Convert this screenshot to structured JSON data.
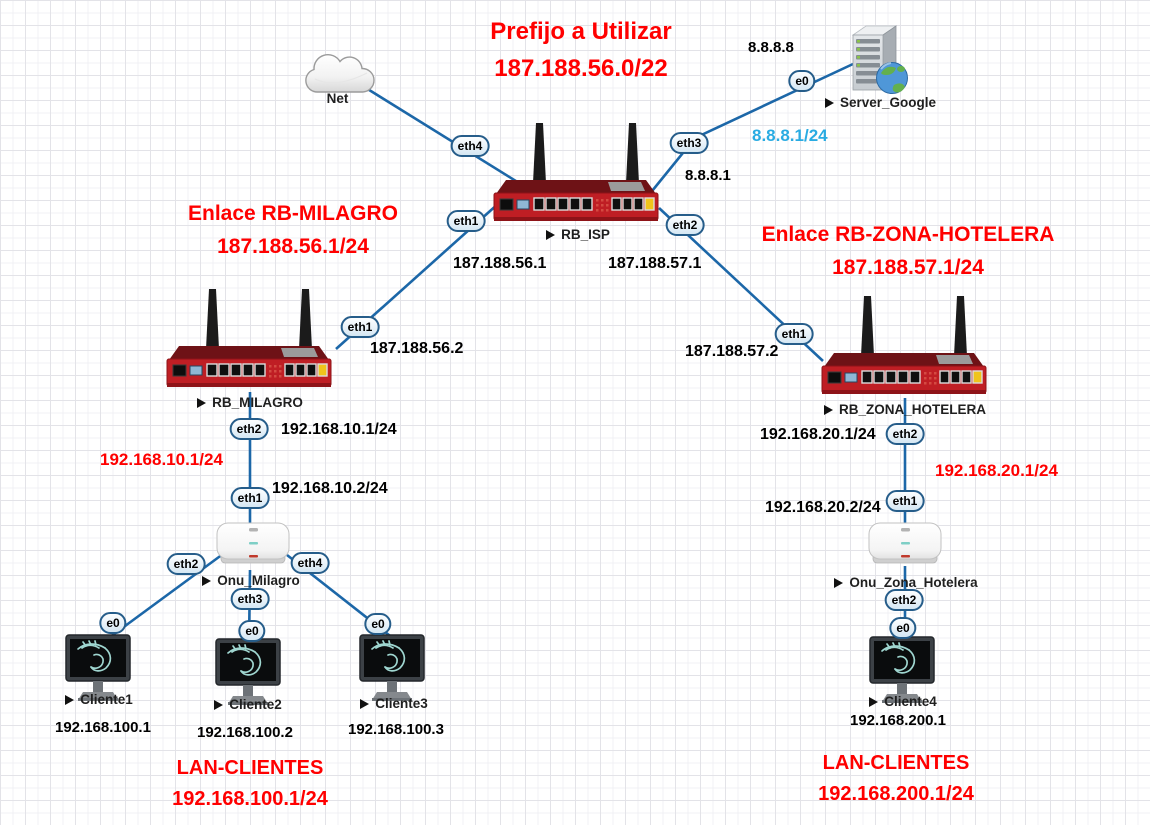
{
  "annotations": {
    "prefix_title": {
      "line1": "Prefijo a Utilizar",
      "line2": "187.188.56.0/22"
    },
    "enlace_milagro": {
      "line1": "Enlace RB-MILAGRO",
      "line2": "187.188.56.1/24"
    },
    "enlace_hotelera": {
      "line1": "Enlace RB-ZONA-HOTELERA",
      "line2": "187.188.57.1/24"
    },
    "lan_clientes_milagro": {
      "line1": "LAN-CLIENTES",
      "line2": "192.168.100.1/24"
    },
    "lan_clientes_hotelera": {
      "line1": "LAN-CLIENTES",
      "line2": "192.168.200.1/24"
    },
    "red_ip_milagro_gw": "192.168.10.1/24",
    "red_ip_hotelera_gw": "192.168.20.1/24"
  },
  "ip_labels": {
    "server_ip": "8.8.8.8",
    "isp_eth3_net": "8.8.8.1/24",
    "isp_eth3_ip": "8.8.8.1",
    "isp_eth1_ip": "187.188.56.1",
    "isp_eth2_ip": "187.188.57.1",
    "milagro_wan_ip": "187.188.56.2",
    "hotelera_wan_ip": "187.188.57.2",
    "milagro_eth2_ip": "192.168.10.1/24",
    "onu_milagro_ip": "192.168.10.2/24",
    "hotelera_eth2_ip": "192.168.20.1/24",
    "onu_hotelera_ip": "192.168.20.2/24",
    "cliente1_ip": "192.168.100.1",
    "cliente2_ip": "192.168.100.2",
    "cliente3_ip": "192.168.100.3",
    "cliente4_ip": "192.168.200.1"
  },
  "nodes": {
    "net": {
      "label": "Net",
      "type": "cloud"
    },
    "rb_isp": {
      "label": "RB_ISP",
      "type": "router"
    },
    "server_google": {
      "label": "Server_Google",
      "type": "server"
    },
    "rb_milagro": {
      "label": "RB_MILAGRO",
      "type": "router"
    },
    "rb_zona_hotelera": {
      "label": "RB_ZONA_HOTELERA",
      "type": "router"
    },
    "onu_milagro": {
      "label": "Onu_Milagro",
      "type": "access-point"
    },
    "onu_zona_hotelera": {
      "label": "Onu_Zona_Hotelera",
      "type": "access-point"
    },
    "cliente1": {
      "label": "Cliente1",
      "type": "pc"
    },
    "cliente2": {
      "label": "Cliente2",
      "type": "pc"
    },
    "cliente3": {
      "label": "Cliente3",
      "type": "pc"
    },
    "cliente4": {
      "label": "Cliente4",
      "type": "pc"
    }
  },
  "ports": {
    "eth1": "eth1",
    "eth2": "eth2",
    "eth3": "eth3",
    "eth4": "eth4",
    "e0": "e0"
  },
  "colors": {
    "annotation_red": "#ff0000",
    "ip_blue": "#29abe2",
    "link_blue": "#1c67a8"
  }
}
